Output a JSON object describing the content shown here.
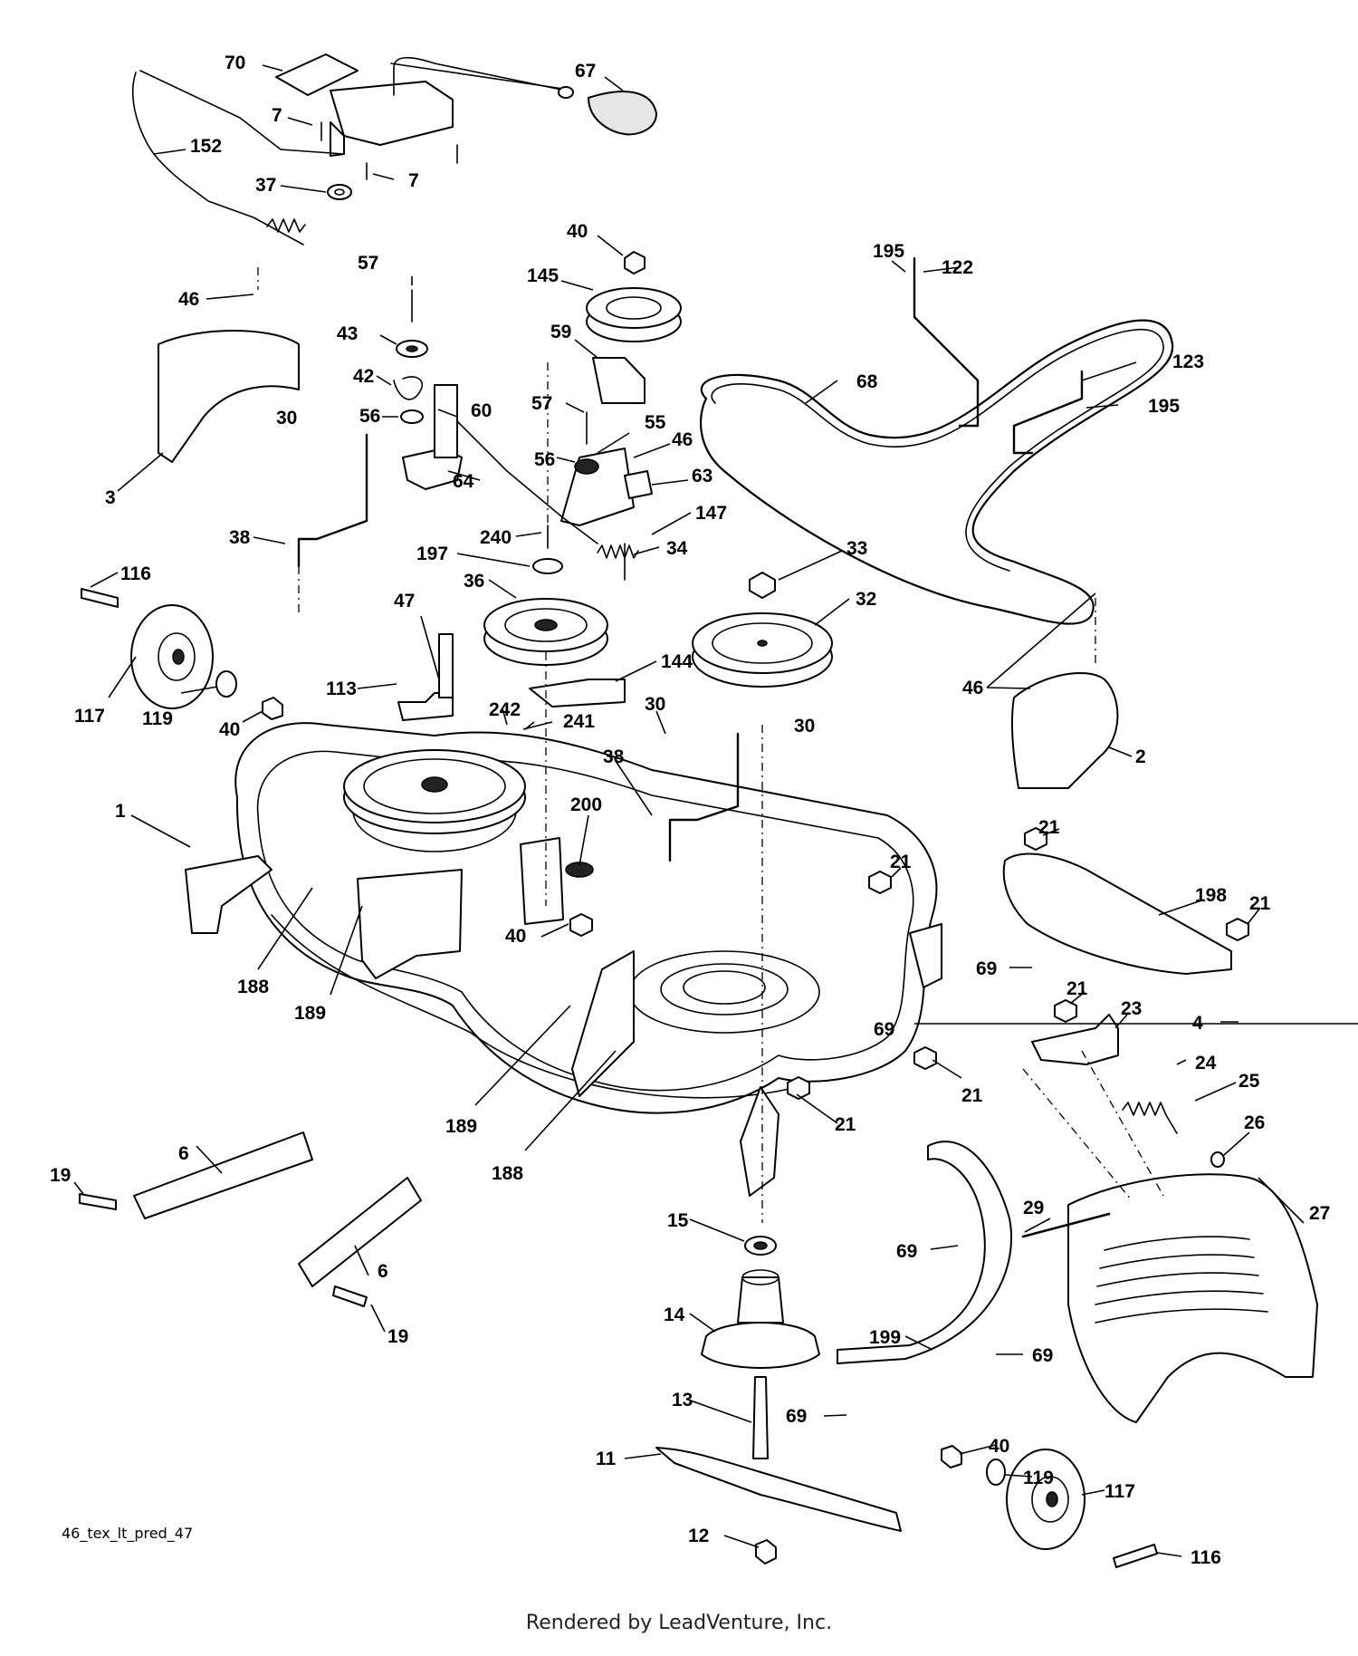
{
  "diagram": {
    "code": "46_tex_lt_pred_47",
    "footer_credit": "Rendered by LeadVenture, Inc.",
    "colors": {
      "ink": "#000000",
      "paper": "#ffffff"
    },
    "callouts": [
      {
        "id": "c-70",
        "label": "70"
      },
      {
        "id": "c-67",
        "label": "67"
      },
      {
        "id": "c-7a",
        "label": "7"
      },
      {
        "id": "c-152",
        "label": "152"
      },
      {
        "id": "c-7b",
        "label": "7"
      },
      {
        "id": "c-37",
        "label": "37"
      },
      {
        "id": "c-40a",
        "label": "40"
      },
      {
        "id": "c-195a",
        "label": "195"
      },
      {
        "id": "c-122",
        "label": "122"
      },
      {
        "id": "c-145",
        "label": "145"
      },
      {
        "id": "c-46a",
        "label": "46"
      },
      {
        "id": "c-57a",
        "label": "57"
      },
      {
        "id": "c-43",
        "label": "43"
      },
      {
        "id": "c-59",
        "label": "59"
      },
      {
        "id": "c-123",
        "label": "123"
      },
      {
        "id": "c-68",
        "label": "68"
      },
      {
        "id": "c-42",
        "label": "42"
      },
      {
        "id": "c-60",
        "label": "60"
      },
      {
        "id": "c-195b",
        "label": "195"
      },
      {
        "id": "c-57b",
        "label": "57"
      },
      {
        "id": "c-56a",
        "label": "56"
      },
      {
        "id": "c-30a",
        "label": "30"
      },
      {
        "id": "c-55",
        "label": "55"
      },
      {
        "id": "c-46b",
        "label": "46"
      },
      {
        "id": "c-56b",
        "label": "56"
      },
      {
        "id": "c-63",
        "label": "63"
      },
      {
        "id": "c-64",
        "label": "64"
      },
      {
        "id": "c-3",
        "label": "3"
      },
      {
        "id": "c-147",
        "label": "147"
      },
      {
        "id": "c-240",
        "label": "240"
      },
      {
        "id": "c-38a",
        "label": "38"
      },
      {
        "id": "c-34",
        "label": "34"
      },
      {
        "id": "c-33",
        "label": "33"
      },
      {
        "id": "c-197",
        "label": "197"
      },
      {
        "id": "c-116a",
        "label": "116"
      },
      {
        "id": "c-36",
        "label": "36"
      },
      {
        "id": "c-32",
        "label": "32"
      },
      {
        "id": "c-47",
        "label": "47"
      },
      {
        "id": "c-144",
        "label": "144"
      },
      {
        "id": "c-46c",
        "label": "46"
      },
      {
        "id": "c-113",
        "label": "113"
      },
      {
        "id": "c-117a",
        "label": "117"
      },
      {
        "id": "c-119a",
        "label": "119"
      },
      {
        "id": "c-40b",
        "label": "40"
      },
      {
        "id": "c-30b",
        "label": "30"
      },
      {
        "id": "c-30c",
        "label": "30"
      },
      {
        "id": "c-242",
        "label": "242"
      },
      {
        "id": "c-241",
        "label": "241"
      },
      {
        "id": "c-2",
        "label": "2"
      },
      {
        "id": "c-38b",
        "label": "38"
      },
      {
        "id": "c-200",
        "label": "200"
      },
      {
        "id": "c-1",
        "label": "1"
      },
      {
        "id": "c-21a",
        "label": "21"
      },
      {
        "id": "c-21b",
        "label": "21"
      },
      {
        "id": "c-198",
        "label": "198"
      },
      {
        "id": "c-21c",
        "label": "21"
      },
      {
        "id": "c-40c",
        "label": "40"
      },
      {
        "id": "c-69a",
        "label": "69"
      },
      {
        "id": "c-188a",
        "label": "188"
      },
      {
        "id": "c-189a",
        "label": "189"
      },
      {
        "id": "c-21d",
        "label": "21"
      },
      {
        "id": "c-23",
        "label": "23"
      },
      {
        "id": "c-4",
        "label": "4"
      },
      {
        "id": "c-69b",
        "label": "69"
      },
      {
        "id": "c-24",
        "label": "24"
      },
      {
        "id": "c-25",
        "label": "25"
      },
      {
        "id": "c-21e",
        "label": "21"
      },
      {
        "id": "c-189b",
        "label": "189"
      },
      {
        "id": "c-21f",
        "label": "21"
      },
      {
        "id": "c-26",
        "label": "26"
      },
      {
        "id": "c-6a",
        "label": "6"
      },
      {
        "id": "c-188b",
        "label": "188"
      },
      {
        "id": "c-19a",
        "label": "19"
      },
      {
        "id": "c-27",
        "label": "27"
      },
      {
        "id": "c-15",
        "label": "15"
      },
      {
        "id": "c-29",
        "label": "29"
      },
      {
        "id": "c-69c",
        "label": "69"
      },
      {
        "id": "c-6b",
        "label": "6"
      },
      {
        "id": "c-19b",
        "label": "19"
      },
      {
        "id": "c-14",
        "label": "14"
      },
      {
        "id": "c-199",
        "label": "199"
      },
      {
        "id": "c-69d",
        "label": "69"
      },
      {
        "id": "c-13",
        "label": "13"
      },
      {
        "id": "c-69e",
        "label": "69"
      },
      {
        "id": "c-40d",
        "label": "40"
      },
      {
        "id": "c-11",
        "label": "11"
      },
      {
        "id": "c-119b",
        "label": "119"
      },
      {
        "id": "c-117b",
        "label": "117"
      },
      {
        "id": "c-12",
        "label": "12"
      },
      {
        "id": "c-116b",
        "label": "116"
      }
    ]
  }
}
